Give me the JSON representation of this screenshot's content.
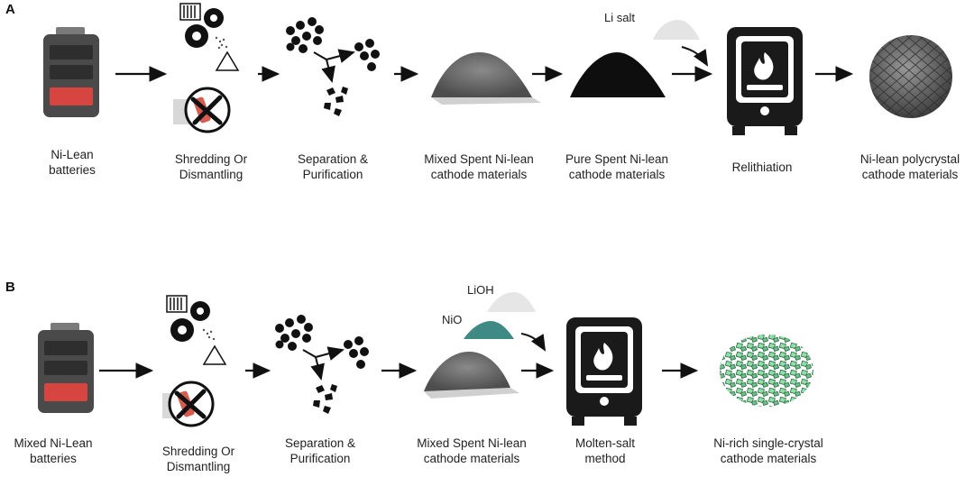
{
  "panel_a": {
    "letter": "A",
    "reagent": "Li salt",
    "steps": [
      {
        "label": "Ni-Lean\nbatteries"
      },
      {
        "label": "Shredding Or\nDismantling"
      },
      {
        "label": "Separation &\nPurification"
      },
      {
        "label": "Mixed Spent Ni-lean\ncathode materials"
      },
      {
        "label": "Pure Spent Ni-lean\ncathode materials"
      },
      {
        "label": "Relithiation"
      },
      {
        "label": "Ni-lean polycrystal\ncathode materials"
      }
    ]
  },
  "panel_b": {
    "letter": "B",
    "reagents": [
      "LiOH",
      "NiO"
    ],
    "steps": [
      {
        "label": "Mixed Ni-Lean\nbatteries"
      },
      {
        "label": "Shredding Or\nDismantling"
      },
      {
        "label": "Separation &\nPurification"
      },
      {
        "label": "Mixed Spent Ni-lean\ncathode materials"
      },
      {
        "label": "Molten-salt\nmethod"
      },
      {
        "label": "Ni-rich single-crystal\ncathode materials"
      }
    ]
  },
  "colors": {
    "battery_body": "#4a4a4a",
    "battery_red": "#d64540",
    "powder_gray": "#6d6d6d",
    "furnace": "#1a1a1a",
    "single_crystal_green": "#7fcf9a",
    "nio_teal": "#3f8a84"
  }
}
